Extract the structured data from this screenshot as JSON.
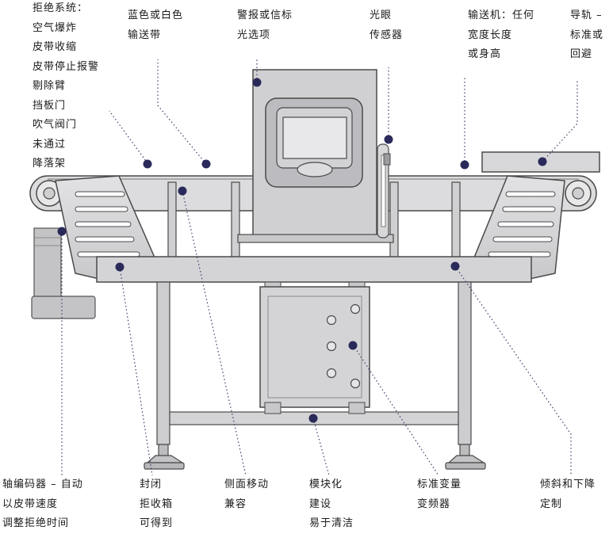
{
  "labels": {
    "reject_system": [
      "拒绝系统：",
      "空气爆炸",
      "皮带收缩",
      "皮带停止报警",
      "剔除臂",
      "挡板门",
      "吹气阀门",
      "未通过",
      "降落架"
    ],
    "belt_color": [
      "蓝色或白色",
      "输送带"
    ],
    "alarm_options": [
      "警报或信标",
      "光选项"
    ],
    "photo_eye": [
      "光眼",
      "传感器"
    ],
    "conveyor": [
      "输送机：任何",
      "宽度长度",
      "或身高"
    ],
    "guide_rail": [
      "导轨 –",
      "标准或",
      "回避"
    ],
    "encoder": [
      "轴编码器 – 自动",
      "以皮带速度",
      "调整拒绝时间"
    ],
    "enclosed_bin": [
      "封闭",
      "拒收箱",
      "可得到"
    ],
    "side_move": [
      "侧面移动",
      "兼容"
    ],
    "modular": [
      "模块化",
      "建设",
      "易于清洁"
    ],
    "vfd": [
      "标准变量",
      "变频器"
    ],
    "incline": [
      "倾斜和下降",
      "定制"
    ]
  },
  "colors": {
    "machine_fill": "#d4d4d6",
    "machine_stroke": "#4a4a4a",
    "marker": "#2a2a5a",
    "leader": "#3c3c6c"
  }
}
